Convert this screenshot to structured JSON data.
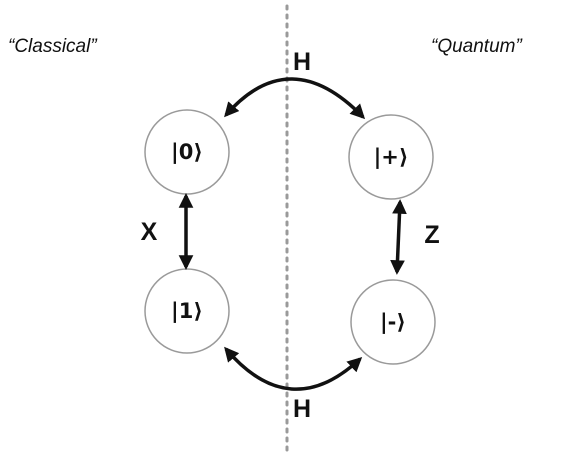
{
  "regions": {
    "classical": "“Classical”",
    "quantum": "“Quantum”"
  },
  "states": {
    "zero": "|0⟩",
    "one": "|1⟩",
    "plus": "|+⟩",
    "minus": "|-⟩"
  },
  "gates": {
    "top_h": "H",
    "bottom_h": "H",
    "x": "X",
    "z": "Z"
  },
  "colors": {
    "ink": "#111111",
    "node_stroke": "#9a9a9a",
    "divider": "#9a9a9a",
    "background": "#ffffff"
  }
}
